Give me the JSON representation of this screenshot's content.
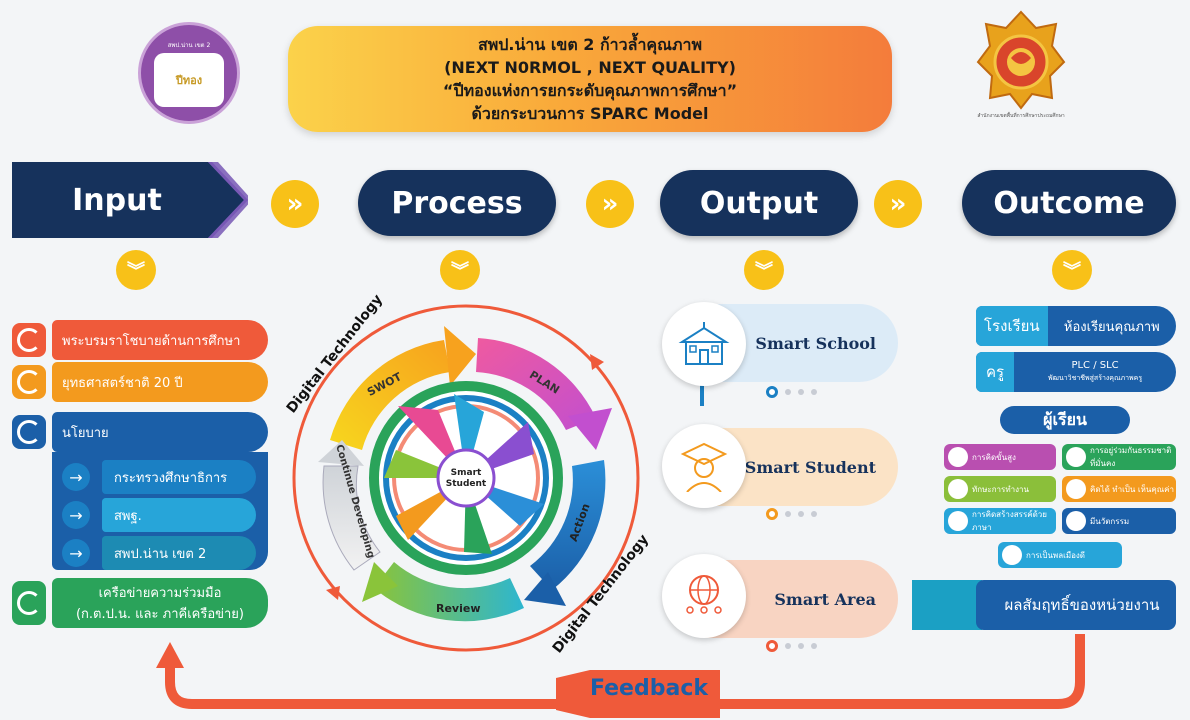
{
  "title": {
    "line1": "สพป.น่าน เขต 2 ก้าวล้ำคุณภาพ",
    "line2": "(NEXT N0RMOL , NEXT QUALITY)",
    "line3": "“ปีทองแห่งการยกระดับคุณภาพการศึกษา”",
    "line4": "ด้วยกระบวนการ SPARC Model"
  },
  "logo_left": {
    "text": "ปีทอง"
  },
  "logo_right": {
    "caption": "สำนักงานเขตพื้นที่การศึกษาประถมศึกษา"
  },
  "stages": {
    "input": "Input",
    "process": "Process",
    "output": "Output",
    "outcome": "Outcome"
  },
  "input_items": [
    {
      "label": "พระบรมราโชบายด้านการศึกษา",
      "color": "#ef5a3a"
    },
    {
      "label": "ยุทธศาสตร์ชาติ 20 ปี",
      "color": "#f39a1e"
    },
    {
      "label": "นโยบาย",
      "color": "#1b5fa8"
    }
  ],
  "policy_items": [
    {
      "label": "กระทรวงศึกษาธิการ",
      "color": "#1b80c4"
    },
    {
      "label": "สพฐ.",
      "color": "#27a5d9"
    },
    {
      "label": "สพป.น่าน เขต 2",
      "color": "#1d8bb3"
    }
  ],
  "network": {
    "line1": "เครือข่ายความร่วมมือ",
    "line2": "(ก.ต.ป.น. และ ภาคีเครือข่าย)",
    "color": "#2aa35a"
  },
  "cycle": {
    "center_line1": "Smart",
    "center_line2": "Student",
    "swot": "SWOT",
    "plan": "PLAN",
    "action": "Action",
    "review": "Review",
    "continue": "Continue Developing",
    "digital_top": "Digital Technology",
    "digital_bottom": "Digital Technology"
  },
  "outputs": [
    {
      "label": "Smart School",
      "bg": "#dcebf7",
      "icon": "school-icon"
    },
    {
      "label": "Smart Student",
      "bg": "#fbe3c6",
      "icon": "graduate-icon"
    },
    {
      "label": "Smart Area",
      "bg": "#f8d4c2",
      "icon": "globe-people-icon"
    }
  ],
  "outcome": {
    "school_label": "โรงเรียน",
    "school_value": "ห้องเรียนคุณภาพ",
    "teacher_label": "ครู",
    "teacher_value1": "PLC / SLC",
    "teacher_value2": "พัฒนาวิชาชีพสู่สร้างคุณภาพครู",
    "student_title": "ผู้เรียน",
    "student_items": [
      {
        "label": "การคิดขั้นสูง",
        "color": "#b94fb0"
      },
      {
        "label": "การอยู่ร่วมกันธรรมชาติที่มั่นคง",
        "color": "#2aa35a"
      },
      {
        "label": "ทักษะการทำงาน",
        "color": "#8bbf3a"
      },
      {
        "label": "คิดได้ ทำเป็น เห็นคุณค่า",
        "color": "#f39a1e"
      },
      {
        "label": "การคิดสร้างสรรค์ด้วยภาษา",
        "color": "#27a5d9"
      },
      {
        "label": "มีนวัตกรรม",
        "color": "#1b5fa8"
      }
    ],
    "citizen": "การเป็นพลเมืองดี",
    "result": "ผลสัมฤทธิ์ของหน่วยงาน"
  },
  "feedback": "Feedback"
}
